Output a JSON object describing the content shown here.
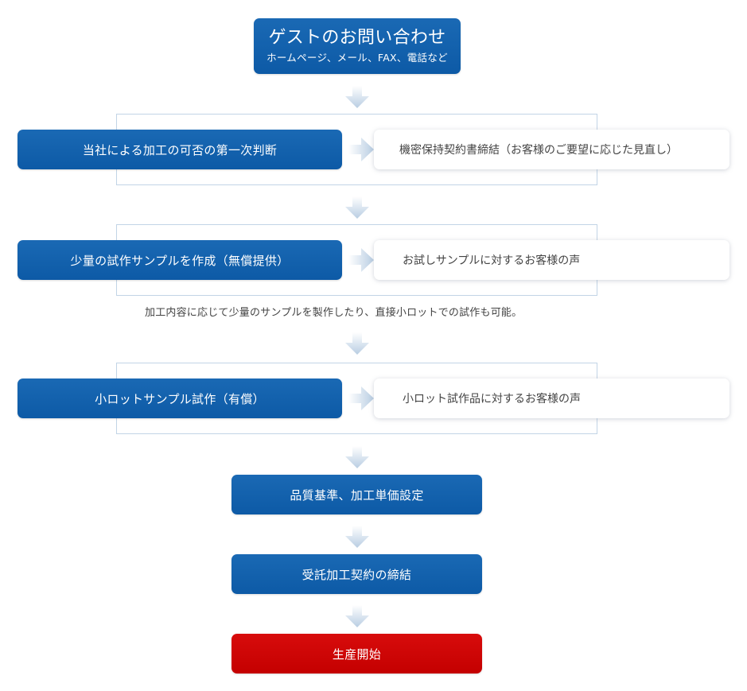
{
  "guest": {
    "title": "ゲストのお問い合わせ",
    "subtitle": "ホームページ、メール、FAX、電話など"
  },
  "stages": [
    {
      "main_label": "当社による加工の可否の第一次判断",
      "side_label": "機密保持契約書締結（お客様のご要望に応じた見直し）"
    },
    {
      "main_label": "少量の試作サンプルを作成（無償提供）",
      "side_label": "お試しサンプルに対するお客様の声",
      "note": "加工内容に応じて少量のサンプルを製作したり、直接小ロットでの試作も可能。"
    },
    {
      "main_label": "小ロットサンプル試作（有償）",
      "side_label": "小ロット試作品に対するお客様の声"
    }
  ],
  "steps": [
    "品質基準、加工単価設定",
    "受託加工契約の締結",
    "生産開始"
  ],
  "colors": {
    "primary_blue": "#0d5aa6",
    "final_red": "#c40000",
    "frame_border": "#c2d4e6",
    "arrow": "#c5d7e8"
  },
  "icons": {
    "down_arrow": "down-arrow-icon",
    "right_arrow": "right-arrow-icon"
  }
}
